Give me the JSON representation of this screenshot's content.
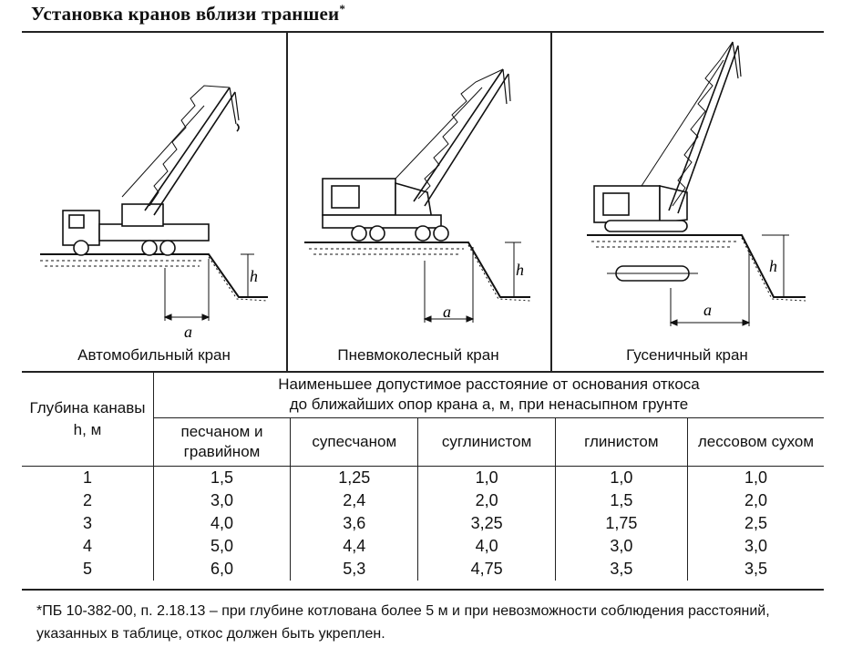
{
  "title": "Установка кранов вблизи траншеи",
  "title_mark": "*",
  "figures": [
    {
      "caption": "Автомобильный кран",
      "label_a": "a",
      "label_h": "h"
    },
    {
      "caption": "Пневмоколесный кран",
      "label_a": "a",
      "label_h": "h"
    },
    {
      "caption": "Гусеничный кран",
      "label_a": "a",
      "label_h": "h"
    }
  ],
  "table": {
    "header_depth": "Глубина канавы h, м",
    "header_main_line1": "Наименьшее допустимое расстояние от основания откоса",
    "header_main_line2": "до ближайших опор крана a, м, при ненасыпном грунте",
    "soil_types": [
      "песчаном и гравийном",
      "супесчаном",
      "суглинистом",
      "глинистом",
      "лессовом сухом"
    ],
    "rows": [
      {
        "h": "1",
        "values": [
          "1,5",
          "1,25",
          "1,0",
          "1,0",
          "1,0"
        ]
      },
      {
        "h": "2",
        "values": [
          "3,0",
          "2,4",
          "2,0",
          "1,5",
          "2,0"
        ]
      },
      {
        "h": "3",
        "values": [
          "4,0",
          "3,6",
          "3,25",
          "1,75",
          "2,5"
        ]
      },
      {
        "h": "4",
        "values": [
          "5,0",
          "4,4",
          "4,0",
          "3,0",
          "3,0"
        ]
      },
      {
        "h": "5",
        "values": [
          "6,0",
          "5,3",
          "4,75",
          "3,5",
          "3,5"
        ]
      }
    ]
  },
  "footnote": "*ПБ 10-382-00, п. 2.18.13 – при глубине котлована более 5 м и при невозможности соблюдения расстояний, указанных в таблице, откос должен быть укреплен."
}
